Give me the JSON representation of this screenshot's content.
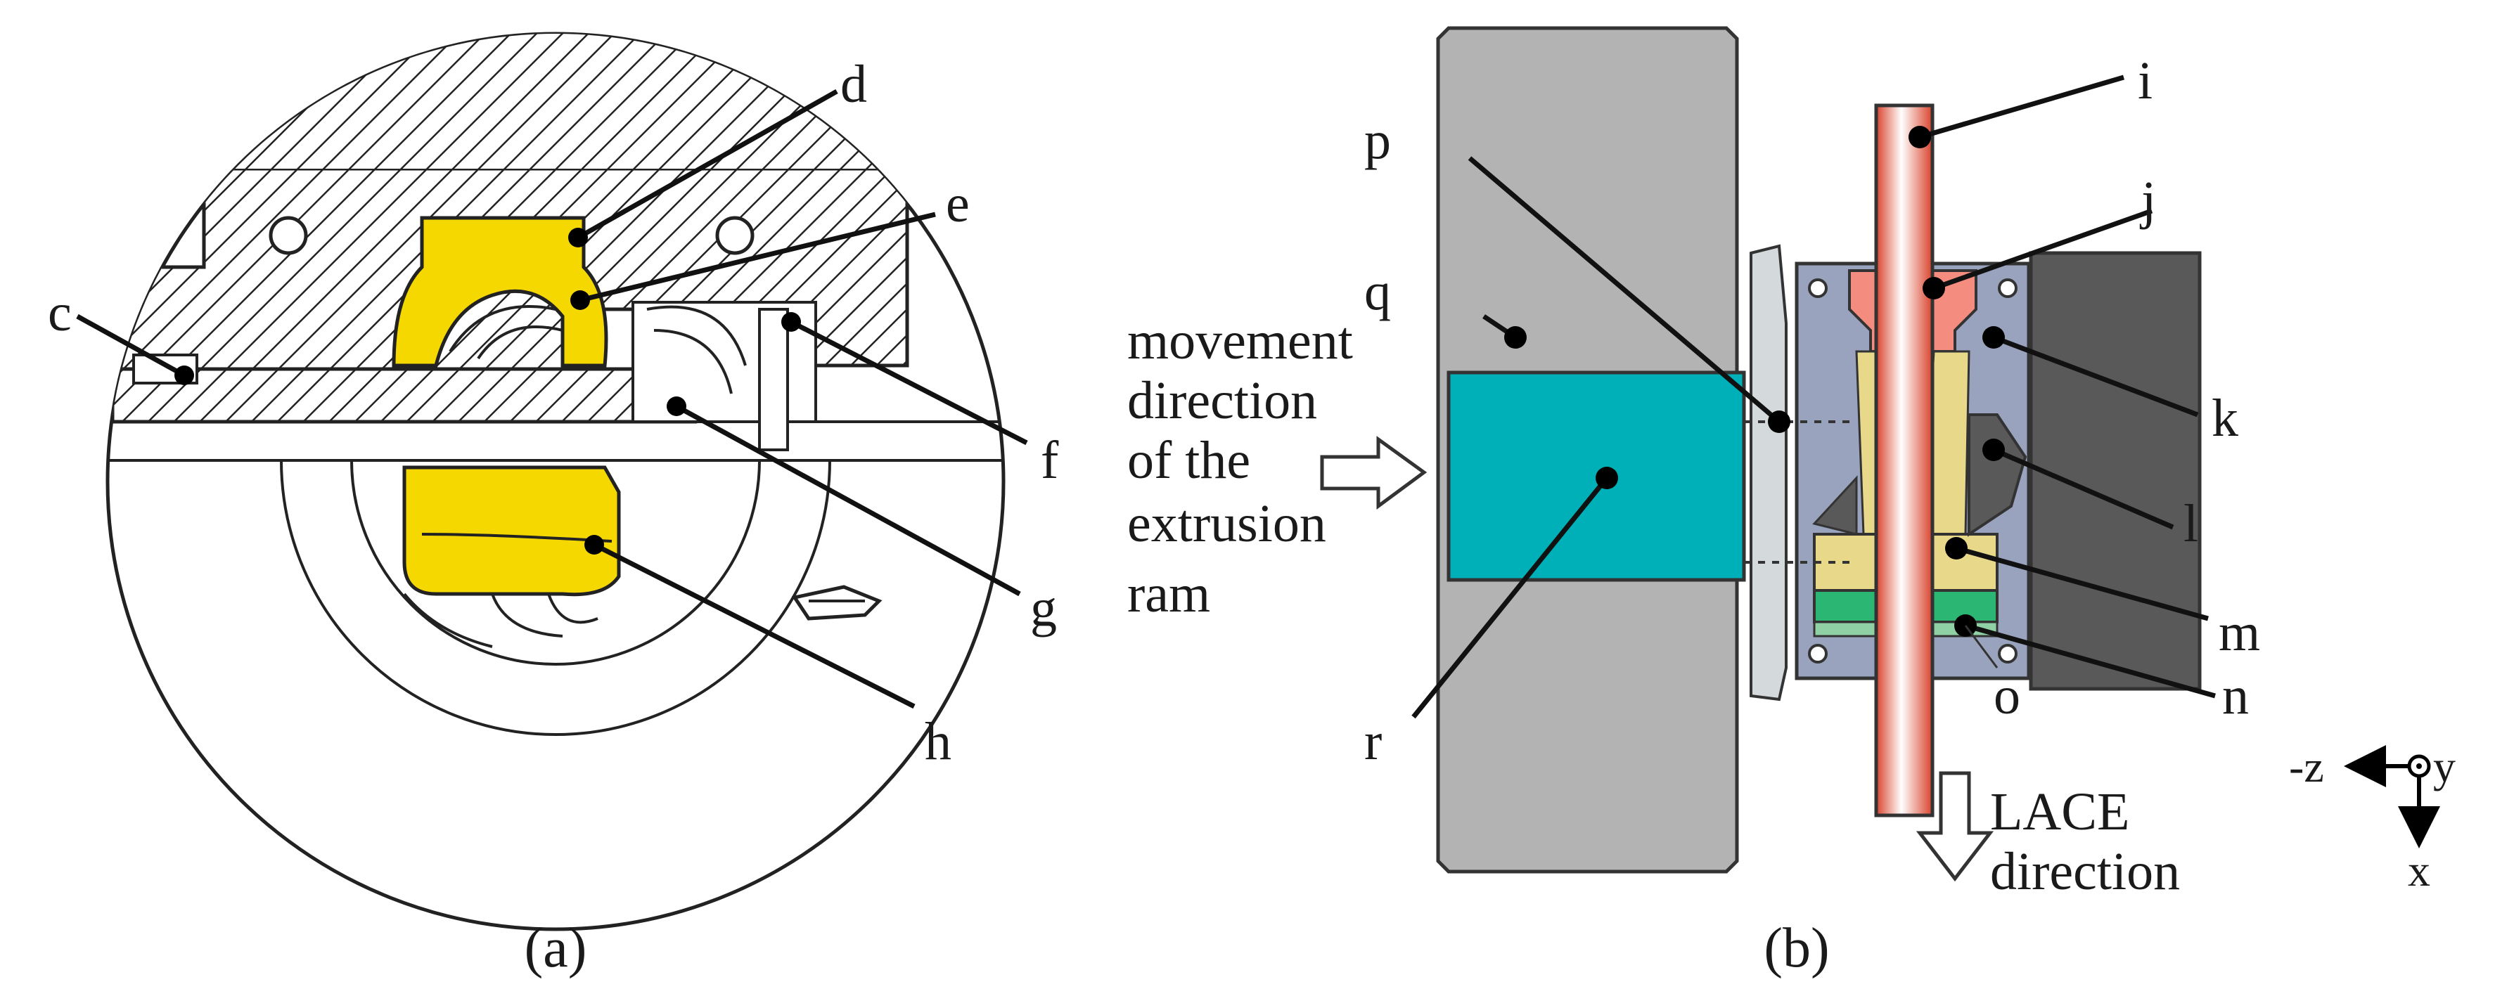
{
  "panel_a": {
    "labels": [
      "c",
      "d",
      "e",
      "f",
      "g",
      "h"
    ],
    "caption": "(a)"
  },
  "panel_b": {
    "labels": [
      "i",
      "j",
      "k",
      "l",
      "m",
      "n",
      "o",
      "p",
      "q",
      "r"
    ],
    "movement_text": [
      "movement",
      "direction",
      "of the",
      "extrusion",
      "ram"
    ],
    "lace_text": [
      "LACE",
      "direction"
    ],
    "axes": {
      "neg_z": "-z",
      "y": "y",
      "x": "x"
    },
    "caption": "(b)"
  },
  "colors": {
    "yellow_part": "#f5d800",
    "ram_gray": "#b3b3b3",
    "billet_teal": "#00b0b8",
    "tool_blue_gray": "#9aa3bd",
    "wire_red": "#e8553a",
    "insert_pink": "#f58c80",
    "dark_block": "#595959",
    "light_yellow": "#e8d98a",
    "green_seal": "#2bb673"
  }
}
